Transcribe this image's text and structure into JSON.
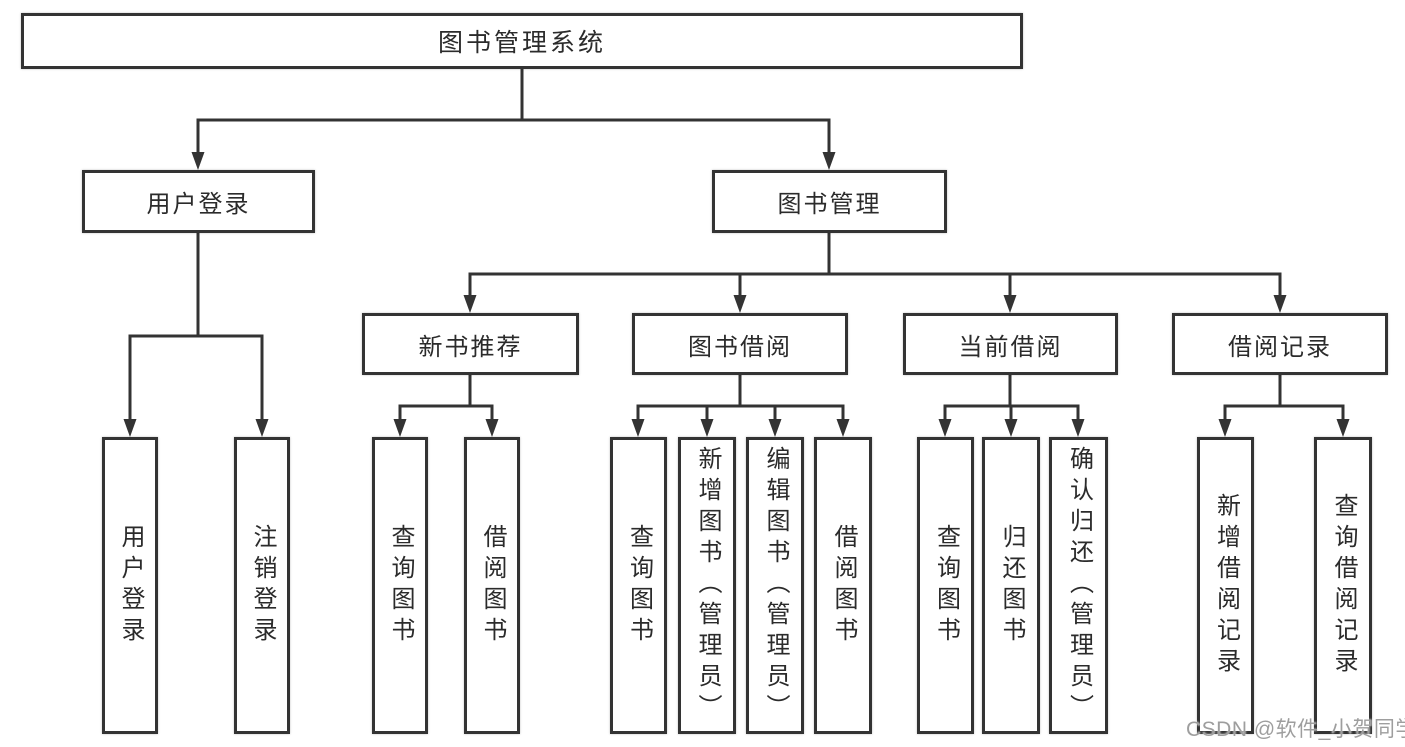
{
  "tree": {
    "label": "图书管理系统",
    "children": [
      {
        "label": "用户登录",
        "children": [
          {
            "label": "用户登录"
          },
          {
            "label": "注销登录"
          }
        ]
      },
      {
        "label": "图书管理",
        "children": [
          {
            "label": "新书推荐",
            "children": [
              {
                "label": "查询图书"
              },
              {
                "label": "借阅图书"
              }
            ]
          },
          {
            "label": "图书借阅",
            "children": [
              {
                "label": "查询图书"
              },
              {
                "label": "新增图书（管理员）"
              },
              {
                "label": "编辑图书（管理员）"
              },
              {
                "label": "借阅图书"
              }
            ]
          },
          {
            "label": "当前借阅",
            "children": [
              {
                "label": "查询图书"
              },
              {
                "label": "归还图书"
              },
              {
                "label": "确认归还（管理员）"
              }
            ]
          },
          {
            "label": "借阅记录",
            "children": [
              {
                "label": "新增借阅记录"
              },
              {
                "label": "查询借阅记录"
              }
            ]
          }
        ]
      }
    ]
  },
  "watermark": {
    "text": "CSDN @软件_小贺同学"
  },
  "colors": {
    "line": "#333333",
    "text": "#2b2b2b",
    "box_background": "#ffffff",
    "page_background": "#ffffff",
    "watermark": "#9e9e9e"
  }
}
